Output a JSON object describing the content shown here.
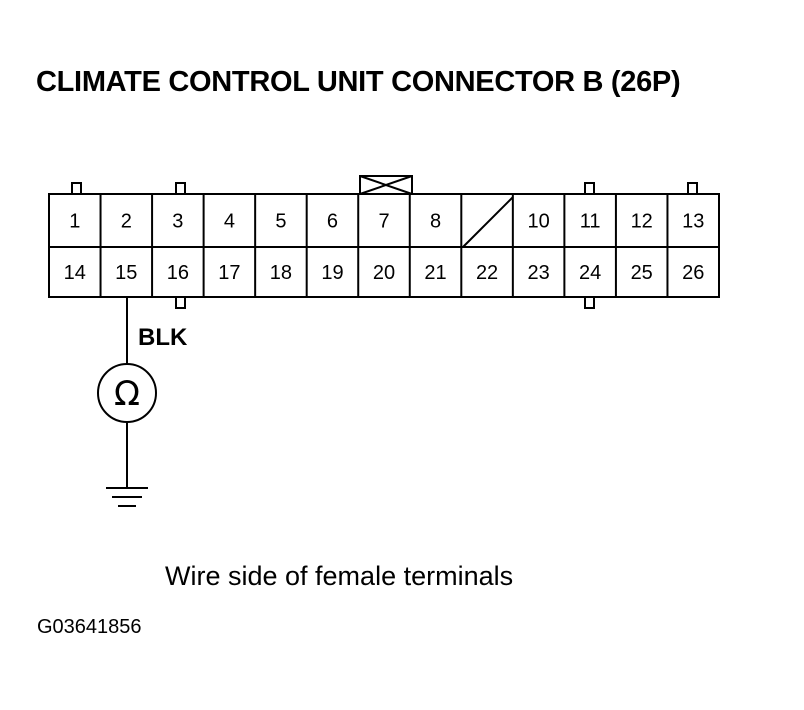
{
  "title": "CLIMATE CONTROL UNIT CONNECTOR B (26P)",
  "caption": "Wire side of female terminals",
  "figure_id": "G03641856",
  "connector": {
    "pin_rows": [
      [
        "1",
        "2",
        "3",
        "4",
        "5",
        "6",
        "7",
        "8",
        "",
        "10",
        "11",
        "12",
        "13"
      ],
      [
        "14",
        "15",
        "16",
        "17",
        "18",
        "19",
        "20",
        "21",
        "22",
        "23",
        "24",
        "25",
        "26"
      ]
    ],
    "unused_cavity_after": "8"
  },
  "wire": {
    "terminal": "15",
    "color_label": "BLK"
  },
  "meter": {
    "symbol": "Ω",
    "icon": "ohmmeter-icon"
  },
  "ground": {
    "icon": "ground-icon"
  }
}
